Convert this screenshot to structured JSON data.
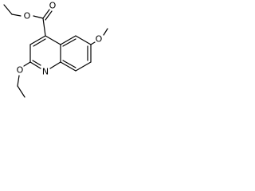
{
  "molecule": {
    "atom_labels": {
      "carbonyl_oxygen": "O",
      "ester_oxygen": "O",
      "methoxy_oxygen": "O",
      "ethoxy_oxygen": "O",
      "ring_nitrogen": "N"
    },
    "line_color": "#000000",
    "background_color": "#ffffff"
  }
}
